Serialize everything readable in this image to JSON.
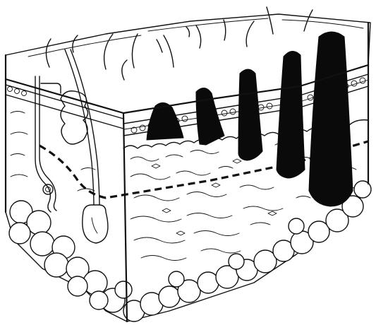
{
  "diagram": {
    "subject": "skin-cross-section",
    "colors": {
      "ink": "#111111",
      "background": "#ffffff",
      "filled_region": "#0a0a0a"
    },
    "structures": [
      "hairs-on-surface",
      "epidermis",
      "papillary-dermis",
      "reticular-dermis",
      "subcutaneous-fat",
      "hair-follicle",
      "sweat-gland",
      "dashed-boundary-line",
      "black-depth-columns"
    ],
    "depth_columns": 5
  }
}
